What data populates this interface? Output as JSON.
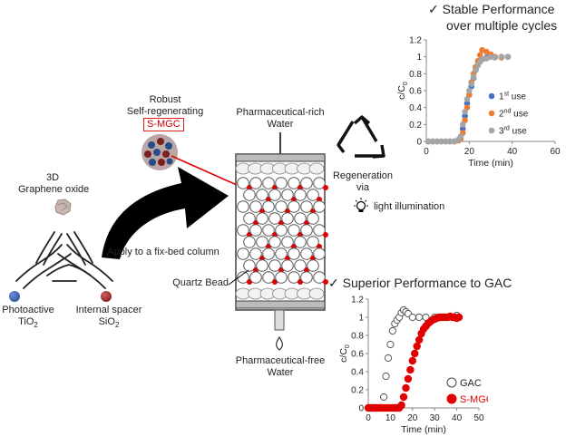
{
  "graphene": {
    "line1": "3D",
    "line2": "Graphene oxide"
  },
  "photoactive": {
    "line1": "Photoactive",
    "line2_base": "TiO",
    "line2_sub": "2"
  },
  "spacer": {
    "line1": "Internal spacer",
    "line2_base": "SiO",
    "line2_sub": "2"
  },
  "robust": {
    "line1": "Robust",
    "line2": "Self-regenerating",
    "badge": "S-MGC"
  },
  "apply_label": "Apply to a fix-bed column",
  "column": {
    "inlet_line1": "Pharmaceutical-rich",
    "inlet_line2": "Water",
    "quartz_label": "Quartz Bead",
    "outlet_line1": "Pharmaceutical-free",
    "outlet_line2": "Water"
  },
  "regeneration": {
    "line1": "Regeneration",
    "line2": "via",
    "light": "light illumination"
  },
  "stable": {
    "check": "✓",
    "line1": "Stable Performance",
    "line2": "over multiple cycles"
  },
  "superior": {
    "check": "✓",
    "text": "Superior Performance to GAC"
  },
  "colors": {
    "blue": "#4472c4",
    "orange": "#ed7d31",
    "gray": "#a5a5a5",
    "red": "#e00000",
    "badge": "#cc0000"
  },
  "chart_data": [
    {
      "type": "scatter",
      "ylabel_base": "c/C",
      "ylabel_sub": "0",
      "xlabel": "Time (min)",
      "xlim": [
        0,
        60
      ],
      "ylim": [
        0,
        1.2
      ],
      "xticks": [
        0,
        20,
        40,
        60
      ],
      "yticks": [
        0,
        0.2,
        0.4,
        0.6,
        0.8,
        1,
        1.2
      ],
      "legend_position": "right",
      "series": [
        {
          "name_base": "1",
          "name_sup": "st",
          "name_rest": " use",
          "color": "#4472c4",
          "x": [
            1,
            3,
            5,
            7,
            9,
            11,
            13,
            15,
            16,
            17,
            18,
            19,
            20,
            21,
            22,
            23,
            24,
            25,
            26,
            28,
            30,
            32,
            35,
            38
          ],
          "y": [
            0,
            0,
            0,
            0,
            0,
            0,
            0,
            0.02,
            0.05,
            0.15,
            0.3,
            0.45,
            0.55,
            0.65,
            0.75,
            0.85,
            0.9,
            0.95,
            0.97,
            0.99,
            1.0,
            1.0,
            1.0,
            1.0
          ]
        },
        {
          "name_base": "2",
          "name_sup": "nd",
          "name_rest": " use",
          "color": "#ed7d31",
          "x": [
            1,
            3,
            5,
            7,
            9,
            11,
            13,
            15,
            16,
            17,
            18,
            19,
            20,
            21,
            22,
            23,
            24,
            25,
            26,
            28,
            30,
            32,
            35,
            38
          ],
          "y": [
            0,
            0,
            0,
            0,
            0,
            0,
            0,
            0.01,
            0.03,
            0.1,
            0.25,
            0.4,
            0.55,
            0.7,
            0.8,
            0.88,
            0.95,
            1.02,
            1.08,
            1.06,
            1.03,
            1.0,
            0.99,
            1.0
          ]
        },
        {
          "name_base": "3",
          "name_sup": "rd",
          "name_rest": " use",
          "color": "#a5a5a5",
          "x": [
            1,
            3,
            5,
            7,
            9,
            11,
            13,
            15,
            16,
            17,
            18,
            19,
            20,
            21,
            22,
            23,
            24,
            25,
            26,
            28,
            30,
            32,
            35,
            38
          ],
          "y": [
            0,
            0,
            0,
            0,
            0,
            0,
            0,
            0.02,
            0.06,
            0.2,
            0.35,
            0.5,
            0.6,
            0.68,
            0.76,
            0.84,
            0.9,
            0.94,
            0.97,
            0.98,
            1.0,
            0.99,
            1.0,
            1.0
          ]
        }
      ]
    },
    {
      "type": "scatter",
      "ylabel_base": "c/C",
      "ylabel_sub": "0",
      "xlabel": "Time (min)",
      "xlim": [
        0,
        50
      ],
      "ylim": [
        0,
        1.2
      ],
      "xticks": [
        0,
        10,
        20,
        30,
        40,
        50
      ],
      "yticks": [
        0,
        0.2,
        0.4,
        0.6,
        0.8,
        1,
        1.2
      ],
      "legend_position": "bottom-right",
      "series": [
        {
          "name": "GAC",
          "style": "open",
          "x": [
            0,
            1,
            2,
            3,
            4,
            5,
            6,
            7,
            8,
            9,
            10,
            11,
            12,
            13,
            14,
            15,
            16,
            17,
            18,
            20,
            23,
            26,
            30,
            40
          ],
          "y": [
            0,
            0,
            0,
            0,
            0,
            0,
            0,
            0.12,
            0.35,
            0.55,
            0.7,
            0.85,
            0.93,
            0.97,
            1.0,
            1.05,
            1.08,
            1.06,
            1.04,
            1.0,
            1.0,
            1.0,
            1.0,
            1.02
          ]
        },
        {
          "name": "S-MGC",
          "style": "filled",
          "color": "#e00000",
          "x": [
            0,
            1,
            2,
            3,
            4,
            5,
            6,
            7,
            8,
            9,
            10,
            11,
            12,
            13,
            14,
            15,
            16,
            17,
            18,
            19,
            20,
            21,
            22,
            23,
            24,
            25,
            26,
            27,
            28,
            29,
            30,
            31,
            32,
            33,
            34,
            35,
            36,
            37,
            38,
            39,
            40,
            41
          ],
          "y": [
            0,
            0,
            0,
            0,
            0,
            0,
            0,
            0,
            0,
            0,
            0,
            0,
            0,
            0,
            0,
            0.03,
            0.12,
            0.22,
            0.32,
            0.42,
            0.52,
            0.6,
            0.68,
            0.75,
            0.82,
            0.87,
            0.9,
            0.93,
            0.95,
            0.97,
            0.98,
            0.99,
            1.0,
            1.0,
            1.0,
            1.0,
            1.0,
            1.01,
            1.0,
            1.0,
            0.99,
            1.0
          ]
        }
      ]
    }
  ]
}
